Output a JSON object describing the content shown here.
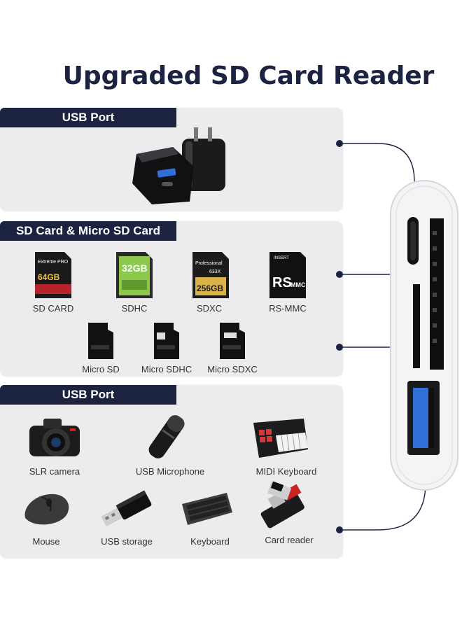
{
  "title": "Upgraded SD Card Reader",
  "panel_top": {
    "tab": "USB Port",
    "item": "usb-charger"
  },
  "panel_cards": {
    "tab": "SD Card & Micro SD Card",
    "items": [
      {
        "label": "SD CARD",
        "icon": "sd-card-extreme-pro-icon",
        "card_text": [
          "Extreme PRO",
          "64GB"
        ]
      },
      {
        "label": "SDHC",
        "icon": "sdhc-card-icon",
        "card_text": [
          "32GB"
        ]
      },
      {
        "label": "SDXC",
        "icon": "sdxc-card-icon",
        "card_text": [
          "Professional",
          "633X",
          "256GB"
        ]
      },
      {
        "label": "RS-MMC",
        "icon": "rs-mmc-card-icon",
        "card_text": [
          "INSERT",
          "RS",
          "MMC"
        ]
      },
      {
        "label": "Micro SD",
        "icon": "micro-sd-card-icon",
        "card_text": []
      },
      {
        "label": "Micro SDHC",
        "icon": "micro-sdhc-card-icon",
        "card_text": []
      },
      {
        "label": "Micro SDXC",
        "icon": "micro-sdxc-card-icon",
        "card_text": []
      }
    ]
  },
  "panel_usb": {
    "tab": "USB Port",
    "items": [
      {
        "label": "SLR camera",
        "icon": "slr-camera-icon"
      },
      {
        "label": "USB Microphone",
        "icon": "usb-microphone-icon"
      },
      {
        "label": "MIDI Keyboard",
        "icon": "midi-keyboard-icon"
      },
      {
        "label": "Mouse",
        "icon": "mouse-icon"
      },
      {
        "label": "USB storage",
        "icon": "usb-storage-icon"
      },
      {
        "label": "Keyboard",
        "icon": "keyboard-icon"
      },
      {
        "label": "Card reader",
        "icon": "card-reader-icon"
      }
    ]
  },
  "colors": {
    "navy": "#1c2340",
    "panel": "#ececee",
    "device": "#f4f4f6",
    "usb_blue": "#2f6fd6"
  }
}
